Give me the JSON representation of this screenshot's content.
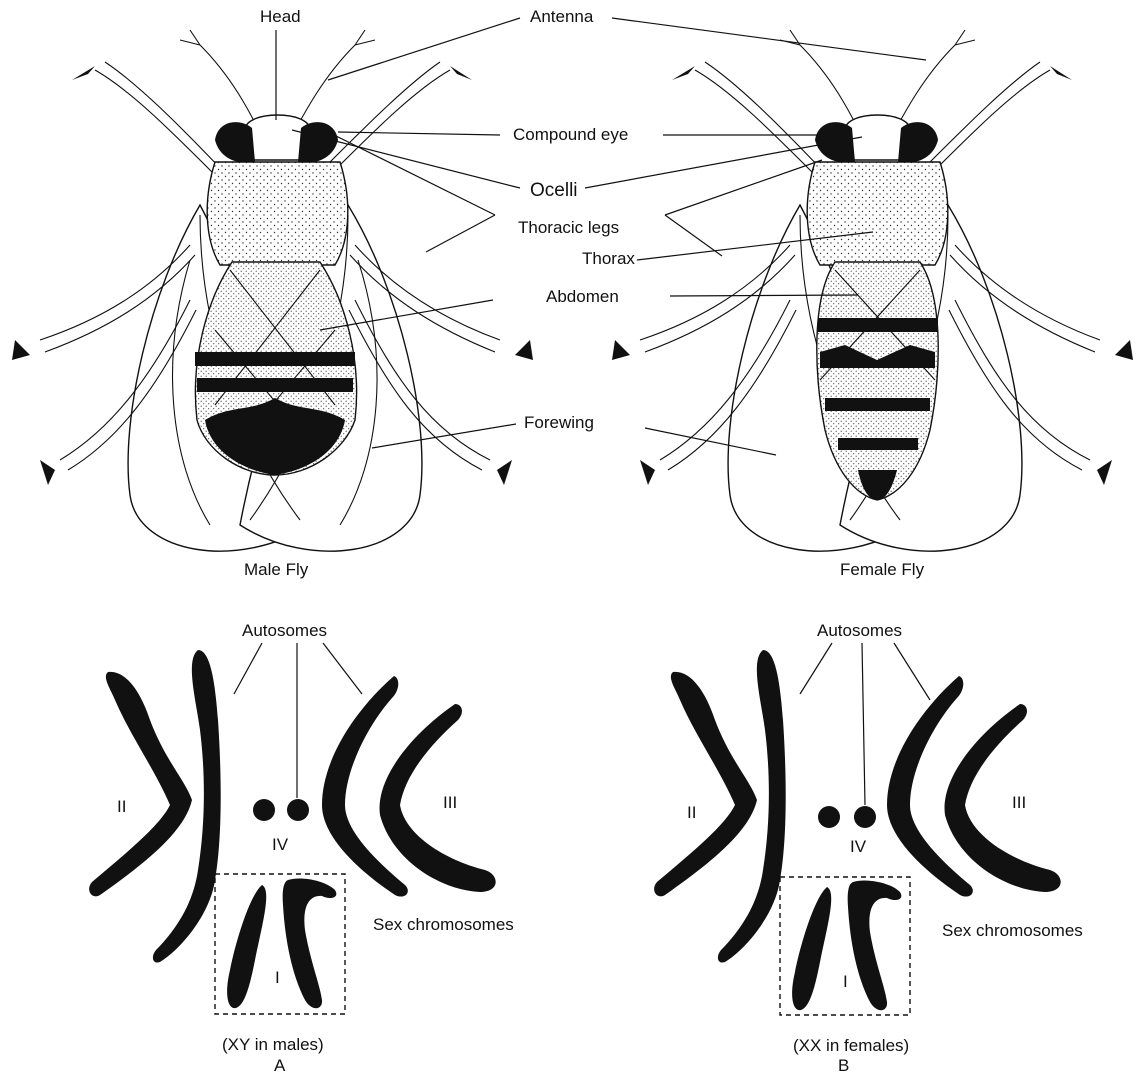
{
  "labels": {
    "head": "Head",
    "antenna": "Antenna",
    "compound_eye": "Compound eye",
    "ocelli": "Ocelli",
    "thoracic_legs": "Thoracic legs",
    "thorax": "Thorax",
    "abdomen": "Abdomen",
    "forewing": "Forewing"
  },
  "captions": {
    "male": "Male Fly",
    "female": "Female Fly"
  },
  "karyotypes": [
    {
      "id": "A",
      "autosomes": "Autosomes",
      "chr_II": "II",
      "chr_III": "III",
      "chr_IV": "IV",
      "chr_I": "I",
      "sex_chromosomes": "Sex chromosomes",
      "note": "(XY in males)",
      "panel": "A"
    },
    {
      "id": "B",
      "autosomes": "Autosomes",
      "chr_II": "II",
      "chr_III": "III",
      "chr_IV": "IV",
      "chr_I": "I",
      "sex_chromosomes": "Sex chromosomes",
      "note": "(XX in females)",
      "panel": "B"
    }
  ]
}
